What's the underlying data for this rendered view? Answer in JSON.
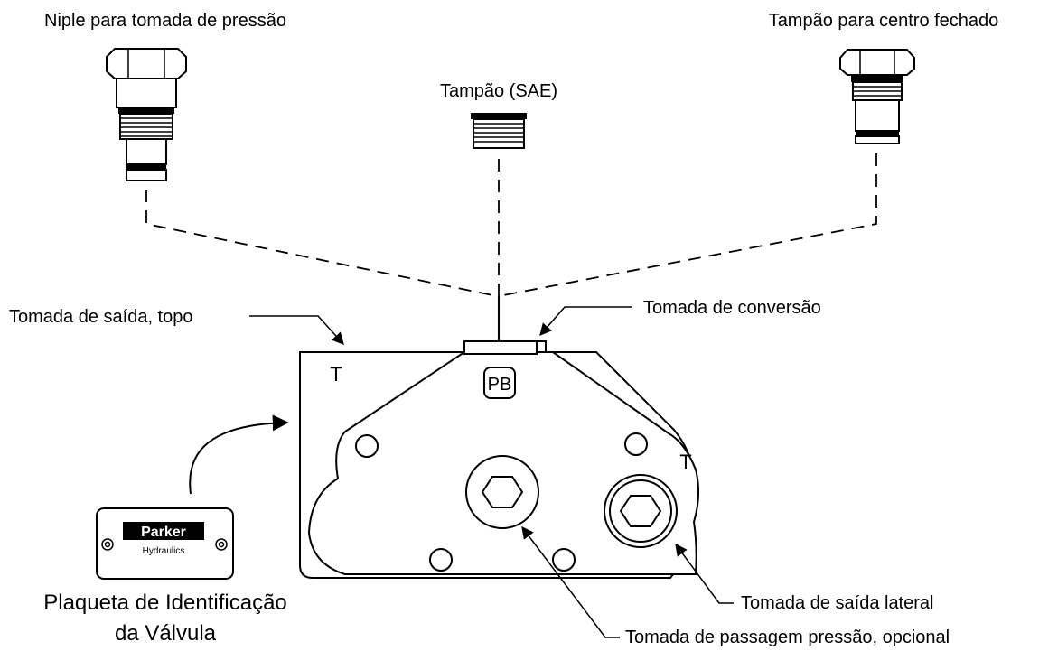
{
  "labels": {
    "niple": "Niple para tomada de pressão",
    "tampao_sae": "Tampão (SAE)",
    "tampao_centro": "Tampão para centro fechado",
    "saida_topo": "Tomada de saída, topo",
    "conversao": "Tomada de conversão",
    "saida_lateral": "Tomada de saída lateral",
    "passagem": "Tomada de passagem pressão, opcional",
    "plaqueta_l1": "Plaqueta de Identificação",
    "plaqueta_l2": "da Válvula"
  },
  "body_marks": {
    "port_t_left": "T",
    "port_t_right": "T",
    "port_pb": "PB"
  },
  "nameplate": {
    "brand": "Parker",
    "sub": "Hydraulics"
  }
}
